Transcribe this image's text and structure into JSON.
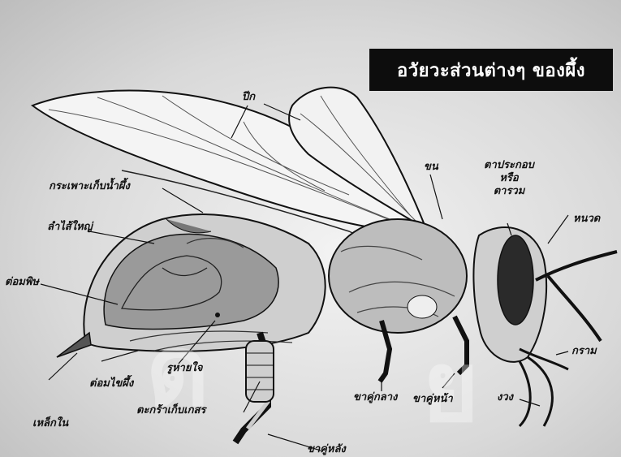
{
  "title": "อวัยวะส่วนต่างๆ ของผึ้ง",
  "labels": {
    "wing": "ปีก",
    "honey_stomach": "กระเพาะเก็บน้ำผึ้ง",
    "large_intestine": "ลำไส้ใหญ่",
    "poison_gland": "ต่อมพิษ",
    "stinger": "เหล็กใน",
    "wax_gland": "ต่อมไขผึ้ง",
    "spiracle": "รูหายใจ",
    "pollen_basket": "ตะกร้าเก็บเกสร",
    "hind_leg": "ขาคู่หลัง",
    "middle_leg": "ขาคู่กลาง",
    "front_leg": "ขาคู่หน้า",
    "hair": "ขน",
    "compound_eye_1": "ตาประกอบ",
    "compound_eye_or": "หรือ",
    "compound_eye_2": "ตารวม",
    "antenna": "หนวด",
    "mandible": "กราม",
    "proboscis": "งวง"
  }
}
